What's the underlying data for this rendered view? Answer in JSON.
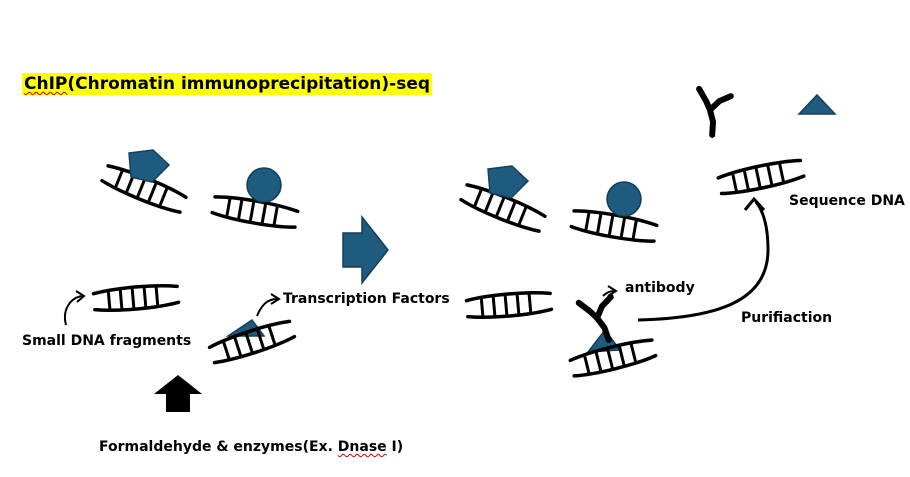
{
  "title": {
    "prefix": "ChIP",
    "rest": "(Chromatin immunoprecipitation)-seq"
  },
  "labels": {
    "small_dna": "Small DNA fragments",
    "transcription_factors": "Transcription Factors",
    "antibody": "antibody",
    "purification": "Purifiaction",
    "sequence_dna": "Sequence DNA",
    "reagents_prefix": "Formaldehyde & enzymes(Ex. ",
    "reagents_squiggle": "Dnase",
    "reagents_suffix": " I)"
  },
  "colors": {
    "protein_fill": "#1f5b7f",
    "protein_stroke": "#163e5a",
    "ink": "#000000",
    "highlight": "#ffff00"
  }
}
